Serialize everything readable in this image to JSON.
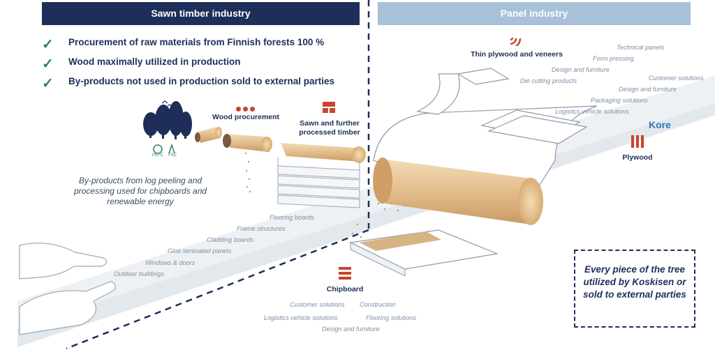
{
  "colors": {
    "navy": "#1e2e59",
    "panel_blue": "#a7c1d8",
    "check_green": "#2e7f6e",
    "accent_red": "#c8452b",
    "label_grey": "#7d8ea3",
    "wood": "#d9b98b"
  },
  "headers": {
    "left": "Sawn timber industry",
    "right": "Panel industry"
  },
  "checklist": [
    {
      "icon": "checkmark-icon",
      "text": "Procurement of raw materials from Finnish forests 100 %"
    },
    {
      "icon": "checkmark-icon",
      "text": "Wood maximally utilized in production"
    },
    {
      "icon": "checkmark-icon",
      "text": "By-products not used in production sold to external parties"
    }
  ],
  "stages": {
    "wood_procurement": "Wood procurement",
    "sawn_timber": "Sawn and further processed timber",
    "thin_plywood": "Thin plywood and veneers",
    "plywood": "Plywood",
    "chipboard": "Chipboard"
  },
  "certifications": [
    "PEFC",
    "FSC"
  ],
  "brand_logo": "Kore",
  "byproducts_note": "By-products from log peeling and processing used for chipboards and renewable energy",
  "sawn_applications": [
    "Flooring boards",
    "Frame structures",
    "Cladding boards",
    "Glue laminated panels",
    "Windows & doors",
    "Outdoor buildings"
  ],
  "thin_plywood_applications": [
    "Technical panels",
    "Form pressing",
    "Design and furniture",
    "Die cutting products"
  ],
  "plywood_applications": [
    "Customer solutions",
    "Design and furniture",
    "Packaging solutions",
    "Logistics vehicle solutions"
  ],
  "chipboard_applications": [
    "Customer solutions",
    "Construction",
    "Logistics vehicle solutions",
    "Flooring solutions",
    "Design and furniture"
  ],
  "callout": "Every piece of the tree utilized by Koskisen or sold to external parties"
}
